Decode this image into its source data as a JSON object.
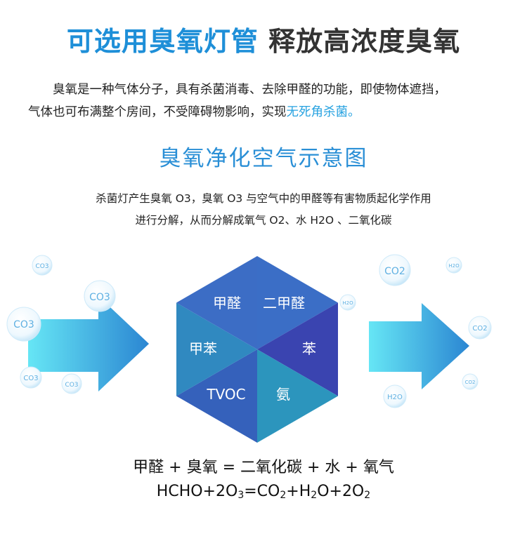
{
  "headline": {
    "part1": "可选用臭氧灯管",
    "part2": "释放高浓度臭氧"
  },
  "intro": {
    "line1": "臭氧是一种气体分子，具有杀菌消毒、去除甲醛的功能，即使物体遮挡，",
    "line2_plain": "气体也可布满整个房间，不受障碍物影响，实现",
    "line2_accent": "无死角杀菌。"
  },
  "subheading": "臭氧净化空气示意图",
  "description": {
    "line1": "杀菌灯产生臭氧 O3，臭氧 O3 与空气中的甲醛等有害物质起化学作用",
    "line2": "进行分解，从而分解成氧气 O2、水 H2O 、二氧化碳"
  },
  "hexagon": {
    "segments": [
      "甲醛",
      "二甲醛",
      "苯",
      "氨",
      "TVOC",
      "甲苯"
    ],
    "colors": [
      "#3d6fc4",
      "#3a5fb8",
      "#3a44b0",
      "#2aa2c0",
      "#3465bd",
      "#2f8fbf"
    ]
  },
  "bubbles": {
    "left": [
      "CO3",
      "CO3",
      "CO3",
      "CO3",
      "CO3"
    ],
    "right": [
      "CO2",
      "H2O",
      "CO2",
      "CO2",
      "H2O",
      "H2O"
    ]
  },
  "formula": {
    "words": "甲醛 + 臭氧 = 二氧化碳 + 水 + 氧气",
    "chem_parts": [
      "HCHO+2O",
      "3",
      "=CO",
      "2",
      "+H",
      "2",
      "O+2O",
      "2"
    ]
  },
  "colors": {
    "accent_blue": "#1e8fd8",
    "arrow_light": "#5ee0f2",
    "arrow_dark": "#2e7fd0"
  }
}
